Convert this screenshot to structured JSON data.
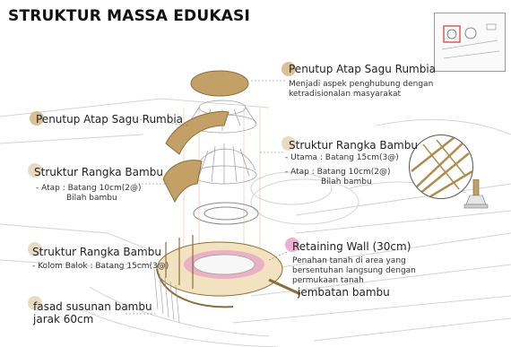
{
  "title": "STRUKTUR MASSA EDUKASI",
  "colors": {
    "accent_tan": "#c9a56a",
    "accent_pink": "#e79cc8",
    "wood": "#c2a066",
    "line": "#b8b8b8",
    "leader": "#777777"
  },
  "labels": {
    "roof_top": {
      "heading": "Penutup Atap Sagu Rumbia",
      "desc_line1": "Menjadi aspek penghubung dengan",
      "desc_line2": "ketradisionalan masyarakat"
    },
    "roof_left": {
      "heading": "Penutup Atap Sagu Rumbia"
    },
    "frame_right": {
      "heading": "Struktur Rangka Bambu",
      "item1": "- Utama : Batang 15cm(3@)",
      "item2": "- Atap : Batang 10cm(2@)",
      "item2b": "Bilah bambu"
    },
    "frame_left": {
      "heading": "Struktur Rangka Bambu",
      "item1": "- Atap : Batang 10cm(2@)",
      "item1b": "Bilah bambu"
    },
    "column": {
      "heading": "Struktur Rangka Bambu",
      "item1": "- Kolom Balok : Batang 15cm(3@)"
    },
    "retaining": {
      "heading": "Retaining Wall (30cm)",
      "desc_line1": "Penahan tanah di area yang",
      "desc_line2": "bersentuhan langsung dengan",
      "desc_line3": "permukaan tanah"
    },
    "bridge": {
      "heading": "jembatan bambu"
    },
    "facade": {
      "line1": "fasad susunan bambu",
      "line2": "jarak 60cm"
    }
  },
  "icons": {
    "keyplan": "site-keyplan-thumbnail",
    "detail": "bamboo-joint-detail-circle",
    "footing": "column-footing-detail"
  }
}
